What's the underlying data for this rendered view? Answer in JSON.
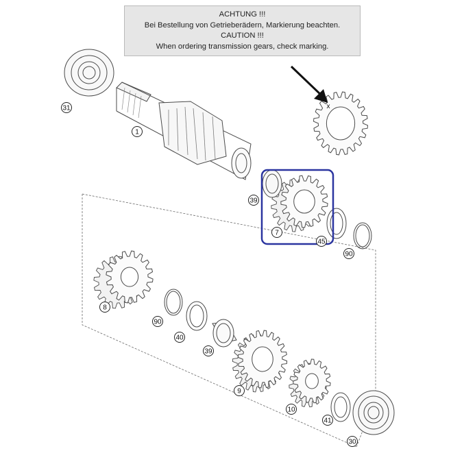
{
  "notice": {
    "line_de_1": "ACHTUNG !!!",
    "line_de_2": "Bei Bestellung von Getrieberädern, Markierung beachten.",
    "line_en_1": "CAUTION !!!",
    "line_en_2": "When ordering transmission gears, check marking."
  },
  "marking": {
    "symbol": "x"
  },
  "callouts": [
    {
      "id": "part-31",
      "label": "31"
    },
    {
      "id": "part-1",
      "label": "1"
    },
    {
      "id": "part-39-upper",
      "label": "39"
    },
    {
      "id": "part-7",
      "label": "7"
    },
    {
      "id": "part-45",
      "label": "45"
    },
    {
      "id": "part-90-upper",
      "label": "90"
    },
    {
      "id": "part-8",
      "label": "8"
    },
    {
      "id": "part-90-lower",
      "label": "90"
    },
    {
      "id": "part-40",
      "label": "40"
    },
    {
      "id": "part-39-lower",
      "label": "39"
    },
    {
      "id": "part-9",
      "label": "9"
    },
    {
      "id": "part-10",
      "label": "10"
    },
    {
      "id": "part-41",
      "label": "41"
    },
    {
      "id": "part-30",
      "label": "30"
    }
  ],
  "colors": {
    "line": "#4a4a4a",
    "highlight": "#2b35a0",
    "notice_bg": "#e6e6e6",
    "arrow": "#111111"
  },
  "icons": [
    "down-right-arrow-icon"
  ]
}
